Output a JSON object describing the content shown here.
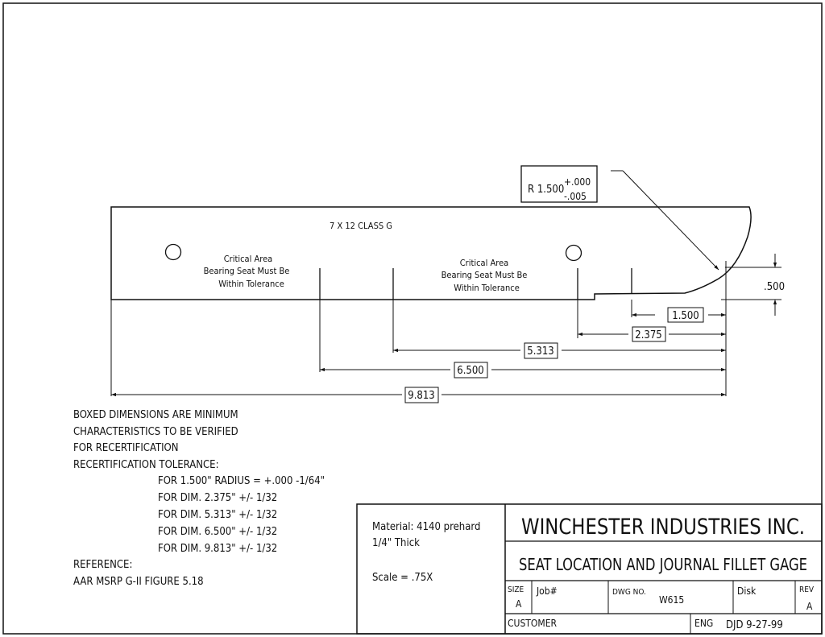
{
  "part": {
    "class_label": "7 X 12  CLASS G",
    "critical_area_lines": [
      "Critical Area",
      "Bearing Seat Must Be",
      "Within Tolerance"
    ],
    "radius_callout": {
      "main": "R 1.500",
      "plus": "+.000",
      "minus": "-.005"
    },
    "side_dim": ".500"
  },
  "dimensions": {
    "d1500": "1.500",
    "d2375": "2.375",
    "d5313": "5.313",
    "d6500": "6.500",
    "d9813": "9.813"
  },
  "notes": {
    "lines": [
      "BOXED DIMENSIONS ARE MINIMUM",
      "CHARACTERISTICS TO BE VERIFIED",
      "FOR RECERTIFICATION",
      "RECERTIFICATION TOLERANCE:"
    ],
    "tolerances": [
      "FOR 1.500\" RADIUS = +.000 -1/64\"",
      "FOR DIM. 2.375\"  +/- 1/32",
      "FOR DIM. 5.313\"  +/- 1/32",
      "FOR DIM. 6.500\"  +/- 1/32",
      "FOR DIM. 9.813\"  +/- 1/32"
    ],
    "reference_label": "REFERENCE:",
    "reference_value": "AAR  MSRP G-II FIGURE 5.18"
  },
  "title_block": {
    "material": "Material: 4140 prehard",
    "thickness": "1/4\" Thick",
    "scale": "Scale = .75X",
    "company": "WINCHESTER INDUSTRIES INC.",
    "title": "SEAT LOCATION AND JOURNAL FILLET GAGE",
    "size_label": "SIZE",
    "size_value": "A",
    "job_label": "Job#",
    "dwg_label": "DWG NO.",
    "dwg_value": "W615",
    "disk_label": "Disk",
    "rev_label": "REV",
    "rev_value": "A",
    "customer_label": "CUSTOMER",
    "eng_label": "ENG",
    "eng_value": "DJD 9-27-99"
  }
}
